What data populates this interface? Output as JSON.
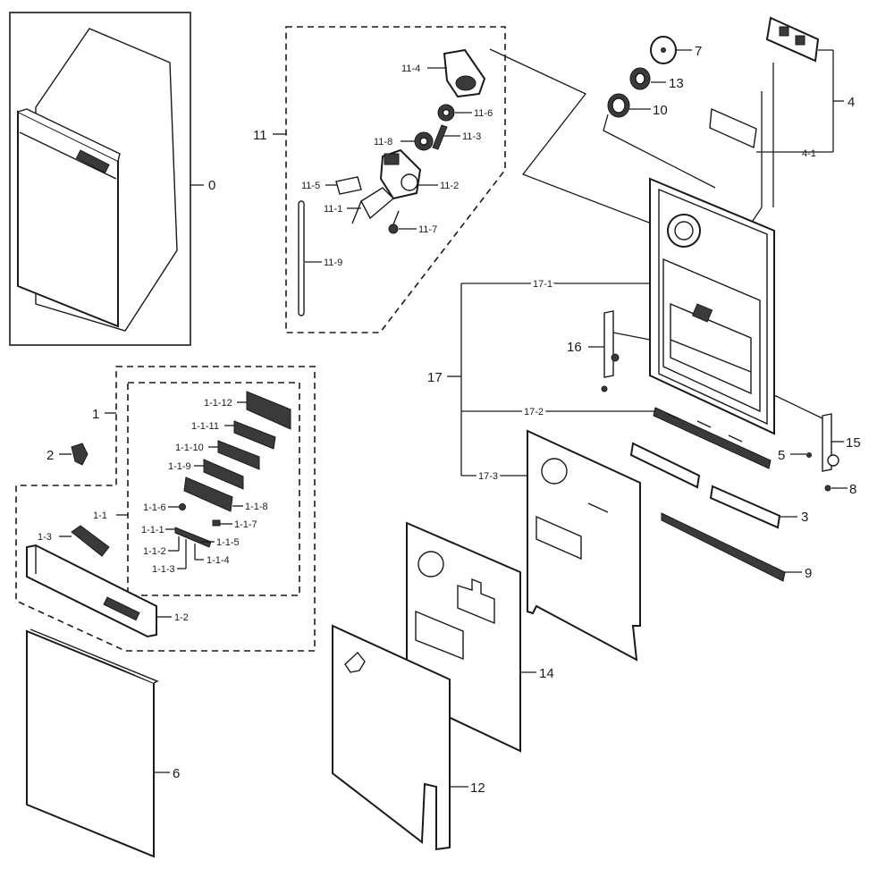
{
  "labels": {
    "p0": "0",
    "p1": "1",
    "p1_1": "1-1",
    "p1_1_1": "1-1-1",
    "p1_1_2": "1-1-2",
    "p1_1_3": "1-1-3",
    "p1_1_4": "1-1-4",
    "p1_1_5": "1-1-5",
    "p1_1_6": "1-1-6",
    "p1_1_7": "1-1-7",
    "p1_1_8": "1-1-8",
    "p1_1_9": "1-1-9",
    "p1_1_10": "1-1-10",
    "p1_1_11": "1-1-11",
    "p1_1_12": "1-1-12",
    "p1_2": "1-2",
    "p1_3": "1-3",
    "p2": "2",
    "p3": "3",
    "p4": "4",
    "p4_1": "4-1",
    "p5": "5",
    "p6": "6",
    "p7": "7",
    "p8": "8",
    "p9": "9",
    "p10": "10",
    "p11": "11",
    "p11_1": "11-1",
    "p11_2": "11-2",
    "p11_3": "11-3",
    "p11_4": "11-4",
    "p11_5": "11-5",
    "p11_6": "11-6",
    "p11_7": "11-7",
    "p11_8": "11-8",
    "p11_9": "11-9",
    "p12": "12",
    "p13": "13",
    "p14": "14",
    "p15": "15",
    "p16": "16",
    "p17": "17",
    "p17_1": "17-1",
    "p17_2": "17-2",
    "p17_3": "17-3"
  },
  "colors": {
    "line": "#1a1a1a",
    "background": "#ffffff",
    "dark_part": "#3a3a3a"
  }
}
